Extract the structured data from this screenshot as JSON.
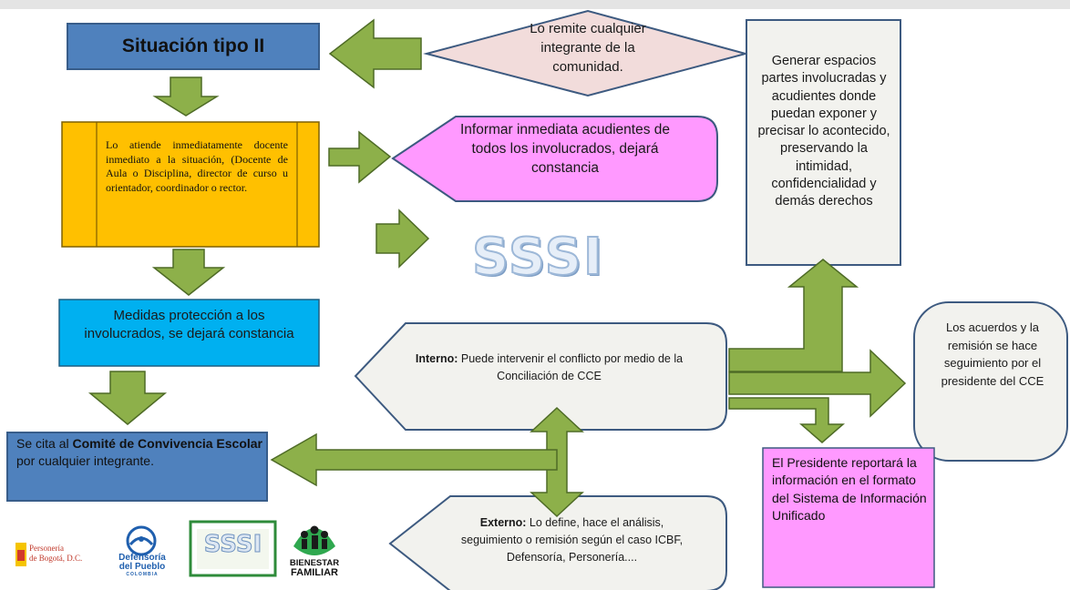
{
  "nodes": {
    "situacion": {
      "title": "Situación tipo II"
    },
    "remite": {
      "text": "Lo remite cualquier integrante de la comunidad."
    },
    "atiende": {
      "text": "Lo atiende inmediatamente docente inmediato a la situación, (Docente de Aula o Disciplina, director de curso u orientador, coordinador o rector."
    },
    "informar": {
      "text": "Informar inmediata acudientes de todos los involucrados, dejará constancia"
    },
    "sssi_center": {
      "text": "SSSI"
    },
    "generar": {
      "text": "Generar espacios partes involucradas y acudientes donde puedan exponer y precisar lo acontecido, preservando la intimidad, confidencialidad y demás derechos"
    },
    "medidas": {
      "text": "Medidas protección a los involucrados, se dejará constancia"
    },
    "interno": {
      "label": "Interno:",
      "text": " Puede intervenir el conflicto por medio de la Conciliación de CCE"
    },
    "acuerdos": {
      "text": "Los acuerdos y la remisión se hace seguimiento por el presidente del CCE"
    },
    "comite": {
      "prefix": "Se cita al ",
      "bold": "Comité de Convivencia Escolar",
      "suffix": " por cualquier integrante."
    },
    "externo": {
      "label": "Externo:",
      "text": " Lo define, hace el análisis, seguimiento o remisión según el caso ICBF, Defensoría, Personería...."
    },
    "presidente": {
      "text": "El Presidente reportará la información en el formato del Sistema de Información Unificado"
    }
  },
  "logos": {
    "personeria": {
      "line1": "Personería",
      "line2": "de Bogotá, D.C."
    },
    "defensoria": {
      "line1": "Defensoría",
      "line2": "del Pueblo",
      "line3": "COLOMBIA"
    },
    "sssi": {
      "text": "SSSI"
    },
    "bienestar": {
      "line1": "BIENESTAR",
      "line2": "FAMILIAR"
    }
  },
  "colors": {
    "arrow_fill": "#8db04a",
    "arrow_stroke": "#4e6b26",
    "dark_blue": "#4f81bd",
    "cyan": "#00b0f0",
    "orange": "#ffc000",
    "magenta": "#ff99ff",
    "pink_diamond": "#f2dcdb",
    "cream": "#f2f2ee"
  }
}
